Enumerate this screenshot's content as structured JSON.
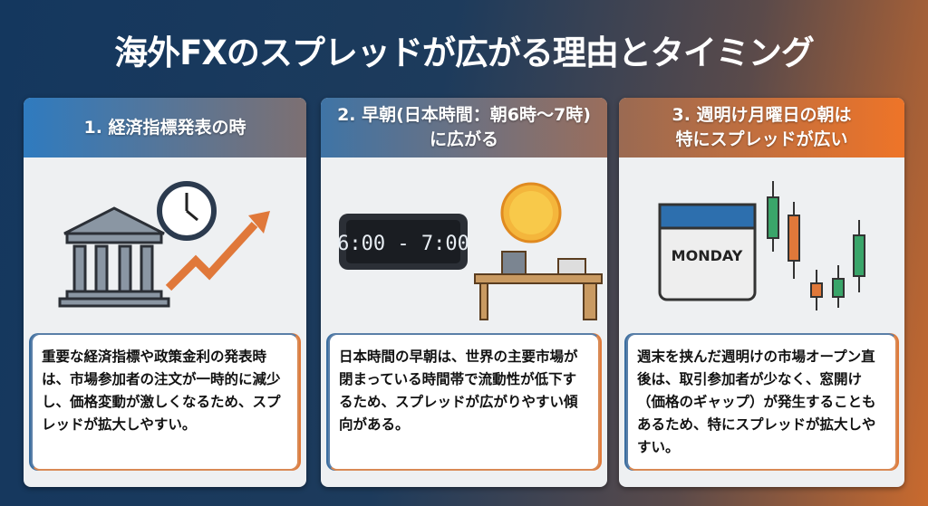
{
  "title": "海外FXのスプレッドが広がる理由とタイミング",
  "cards": [
    {
      "heading_lines": [
        "1. 経済指標発表の時"
      ],
      "body": "重要な経済指標や政策金利の発表時は、市場参加者の注文が一時的に減少し、価格変動が激しくなるため、スプレッドが拡大しやすい。"
    },
    {
      "heading_lines": [
        "2. 早朝(日本時間：朝6時〜7時)",
        "に広がる"
      ],
      "clock_text": "6:00 - 7:00",
      "body": "日本時間の早朝は、世界の主要市場が閉まっている時間帯で流動性が低下するため、スプレッドが広がりやすい傾向がある。"
    },
    {
      "heading_lines": [
        "3. 週明け月曜日の朝は",
        "特にスプレッドが広い"
      ],
      "calendar_text": "MONDAY",
      "body": "週末を挟んだ週明けの市場オープン直後は、取引参加者が少なく、窓開け（価格のギャップ）が発生することもあるため、特にスプレッドが拡大しやすい。"
    }
  ],
  "colors": {
    "blue": "#2f7bbf",
    "orange": "#ee7428",
    "navy": "#14375e"
  }
}
